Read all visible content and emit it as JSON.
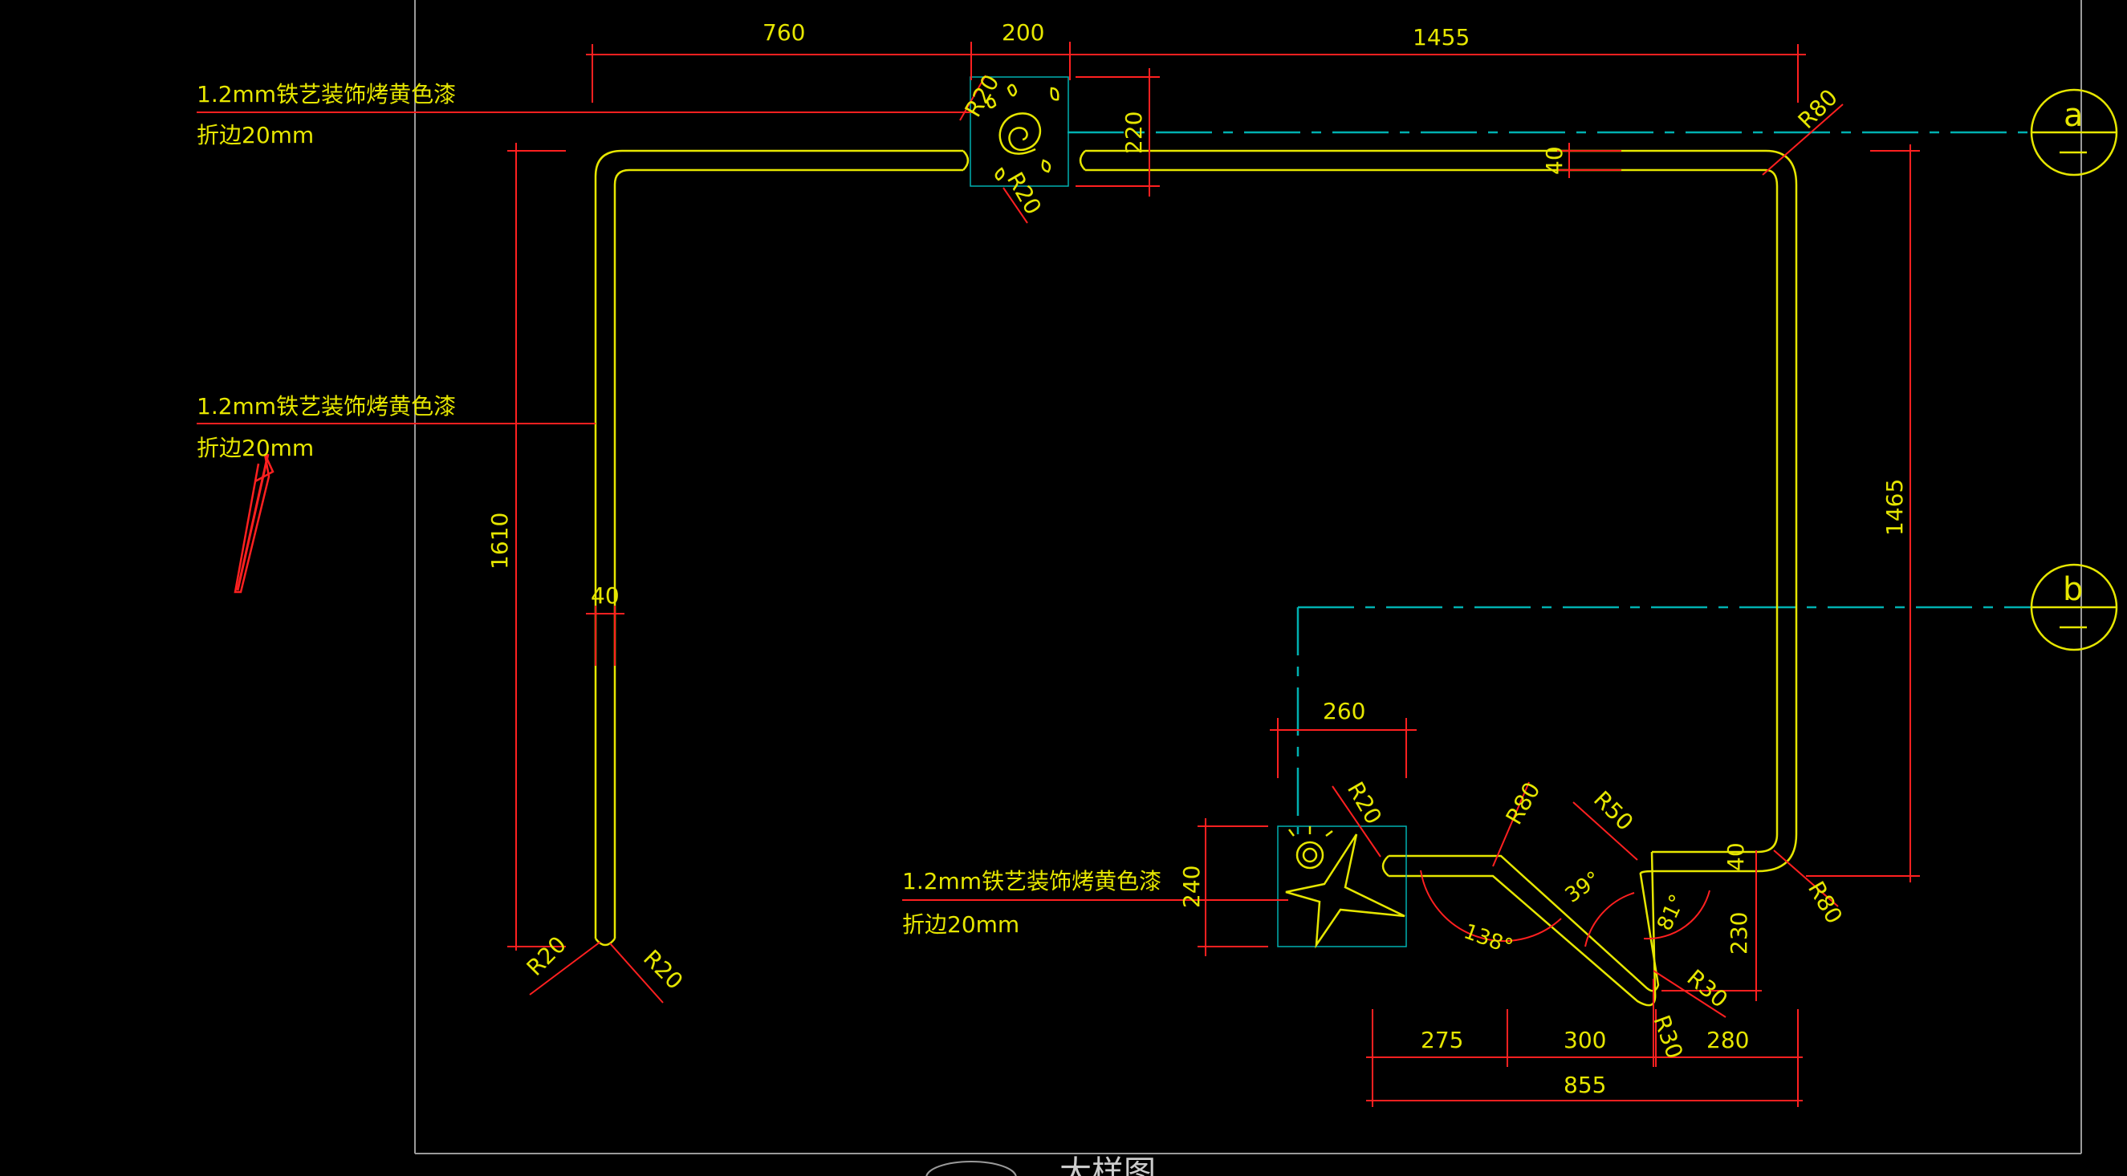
{
  "drawing": {
    "title": "大样图",
    "background": "#000000",
    "colors": {
      "shape": "#e6e600",
      "dimension": "#ff2020",
      "axis": "#00b0b0",
      "frame": "#9a9a9a",
      "arrow": "#ff2020"
    }
  },
  "notes": [
    {
      "line1": "1.2mm铁艺装饰烤黄色漆",
      "line2": "折边20mm"
    },
    {
      "line1": "1.2mm铁艺装饰烤黄色漆",
      "line2": "折边20mm"
    },
    {
      "line1": "1.2mm铁艺装饰烤黄色漆",
      "line2": "折边20mm"
    }
  ],
  "dimensions": {
    "top_left_width": "760",
    "top_ornament_width": "200",
    "top_right_width": "1455",
    "top_ornament_height": "220",
    "top_bar_thickness": "40",
    "left_height": "1610",
    "left_bar_thickness": "40",
    "right_height": "1465",
    "bottom_ornament_width": "260",
    "bottom_ornament_height": "240",
    "bottom_seg1": "275",
    "bottom_seg2": "300",
    "bottom_seg3": "280",
    "bottom_total": "855",
    "bottom_rise": "230",
    "right_bar_thickness": "40"
  },
  "radii": {
    "top_r20_a": "R20",
    "top_r20_b": "R20",
    "top_right_r80": "R80",
    "left_bottom_r20_a": "R20",
    "left_bottom_r20_b": "R20",
    "bottom_r20": "R20",
    "bottom_r80_a": "R80",
    "bottom_r50": "R50",
    "bottom_r80_b": "R80",
    "bottom_r30_a": "R30",
    "bottom_r30_b": "R30"
  },
  "angles": {
    "a138": "138°",
    "a39": "39°",
    "a81": "81°"
  },
  "grid_axes": {
    "a": "a",
    "b": "b"
  },
  "icons": [
    "spiral-ornament-icon",
    "sun-star-ornament-icon",
    "red-arrow-annotation-icon"
  ]
}
